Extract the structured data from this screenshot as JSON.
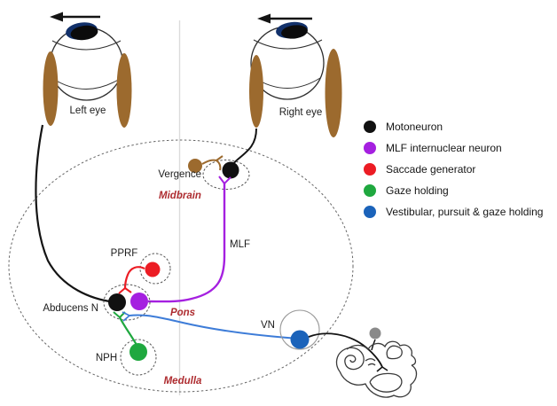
{
  "figure": {
    "left_eye_label": "Left eye",
    "right_eye_label": "Right eye",
    "labels": {
      "vergence": "Vergence",
      "mlf": "MLF",
      "pprf": "PPRF",
      "abducens": "Abducens N",
      "nph": "NPH",
      "vn": "VN"
    },
    "regions": {
      "midbrain": "Midbrain",
      "pons": "Pons",
      "medulla": "Medulla"
    },
    "colors": {
      "motoneuron": "#111111",
      "mlf_internuclear": "#a520e0",
      "saccade": "#ec1c24",
      "gaze_holding": "#1fa83f",
      "vestibular": "#1b63ba",
      "vestibular_pathway": "#3d7cd8",
      "muscle_brown": "#9c6a2e",
      "region_label": "#ae2c30",
      "sensor_gray": "#8a8a8a"
    }
  },
  "legend": {
    "items": [
      {
        "label": "Motoneuron",
        "color": "#111111"
      },
      {
        "label": "MLF internuclear neuron",
        "color": "#a520e0"
      },
      {
        "label": "Saccade generator",
        "color": "#ec1c24"
      },
      {
        "label": "Gaze holding",
        "color": "#1fa83f"
      },
      {
        "label": "Vestibular, pursuit & gaze holding",
        "color": "#1b63ba"
      }
    ]
  }
}
